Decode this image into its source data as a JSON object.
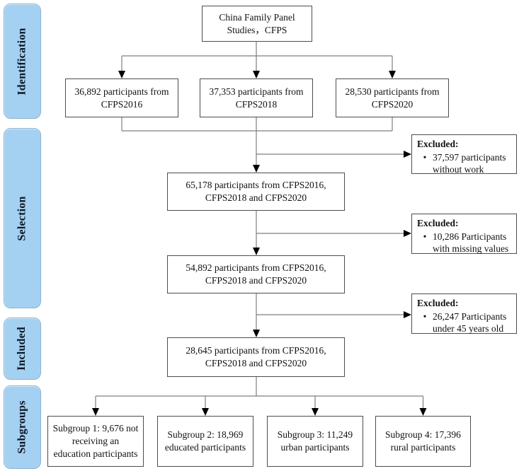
{
  "flowchart": {
    "stages": [
      "Identification",
      "Selection",
      "Included",
      "Subgroups"
    ],
    "title_box": "China Family Panel Studies，CFPS",
    "sources": [
      "36,892 participants from CFPS2016",
      "37,353 participants from CFPS2018",
      "28,530 participants from CFPS2020"
    ],
    "pooled": [
      "65,178 participants from CFPS2016, CFPS2018 and CFPS2020",
      "54,892 participants from CFPS2016, CFPS2018 and CFPS2020",
      "28,645 participants from CFPS2016, CFPS2018 and CFPS2020"
    ],
    "excluded": [
      {
        "title": "Excluded:",
        "bullet": "•",
        "text": "37,597 participants without work"
      },
      {
        "title": "Excluded:",
        "bullet": "•",
        "text": "10,286 Participants with missing values"
      },
      {
        "title": "Excluded:",
        "bullet": "•",
        "text": "26,247 Participants under 45 years old"
      }
    ],
    "subgroups": [
      "Subgroup 1: 9,676 not receiving an education participants",
      "Subgroup 2: 18,969 educated participants",
      "Subgroup 3: 11,249 urban participants",
      "Subgroup 4: 17,396 rural participants"
    ],
    "colors": {
      "stage_fill": "#a4d0f2",
      "stage_border": "#8ab3d4",
      "box_border": "#4d4d4d",
      "connector_line": "#7f7f7f",
      "arrowhead": "#000000"
    }
  }
}
